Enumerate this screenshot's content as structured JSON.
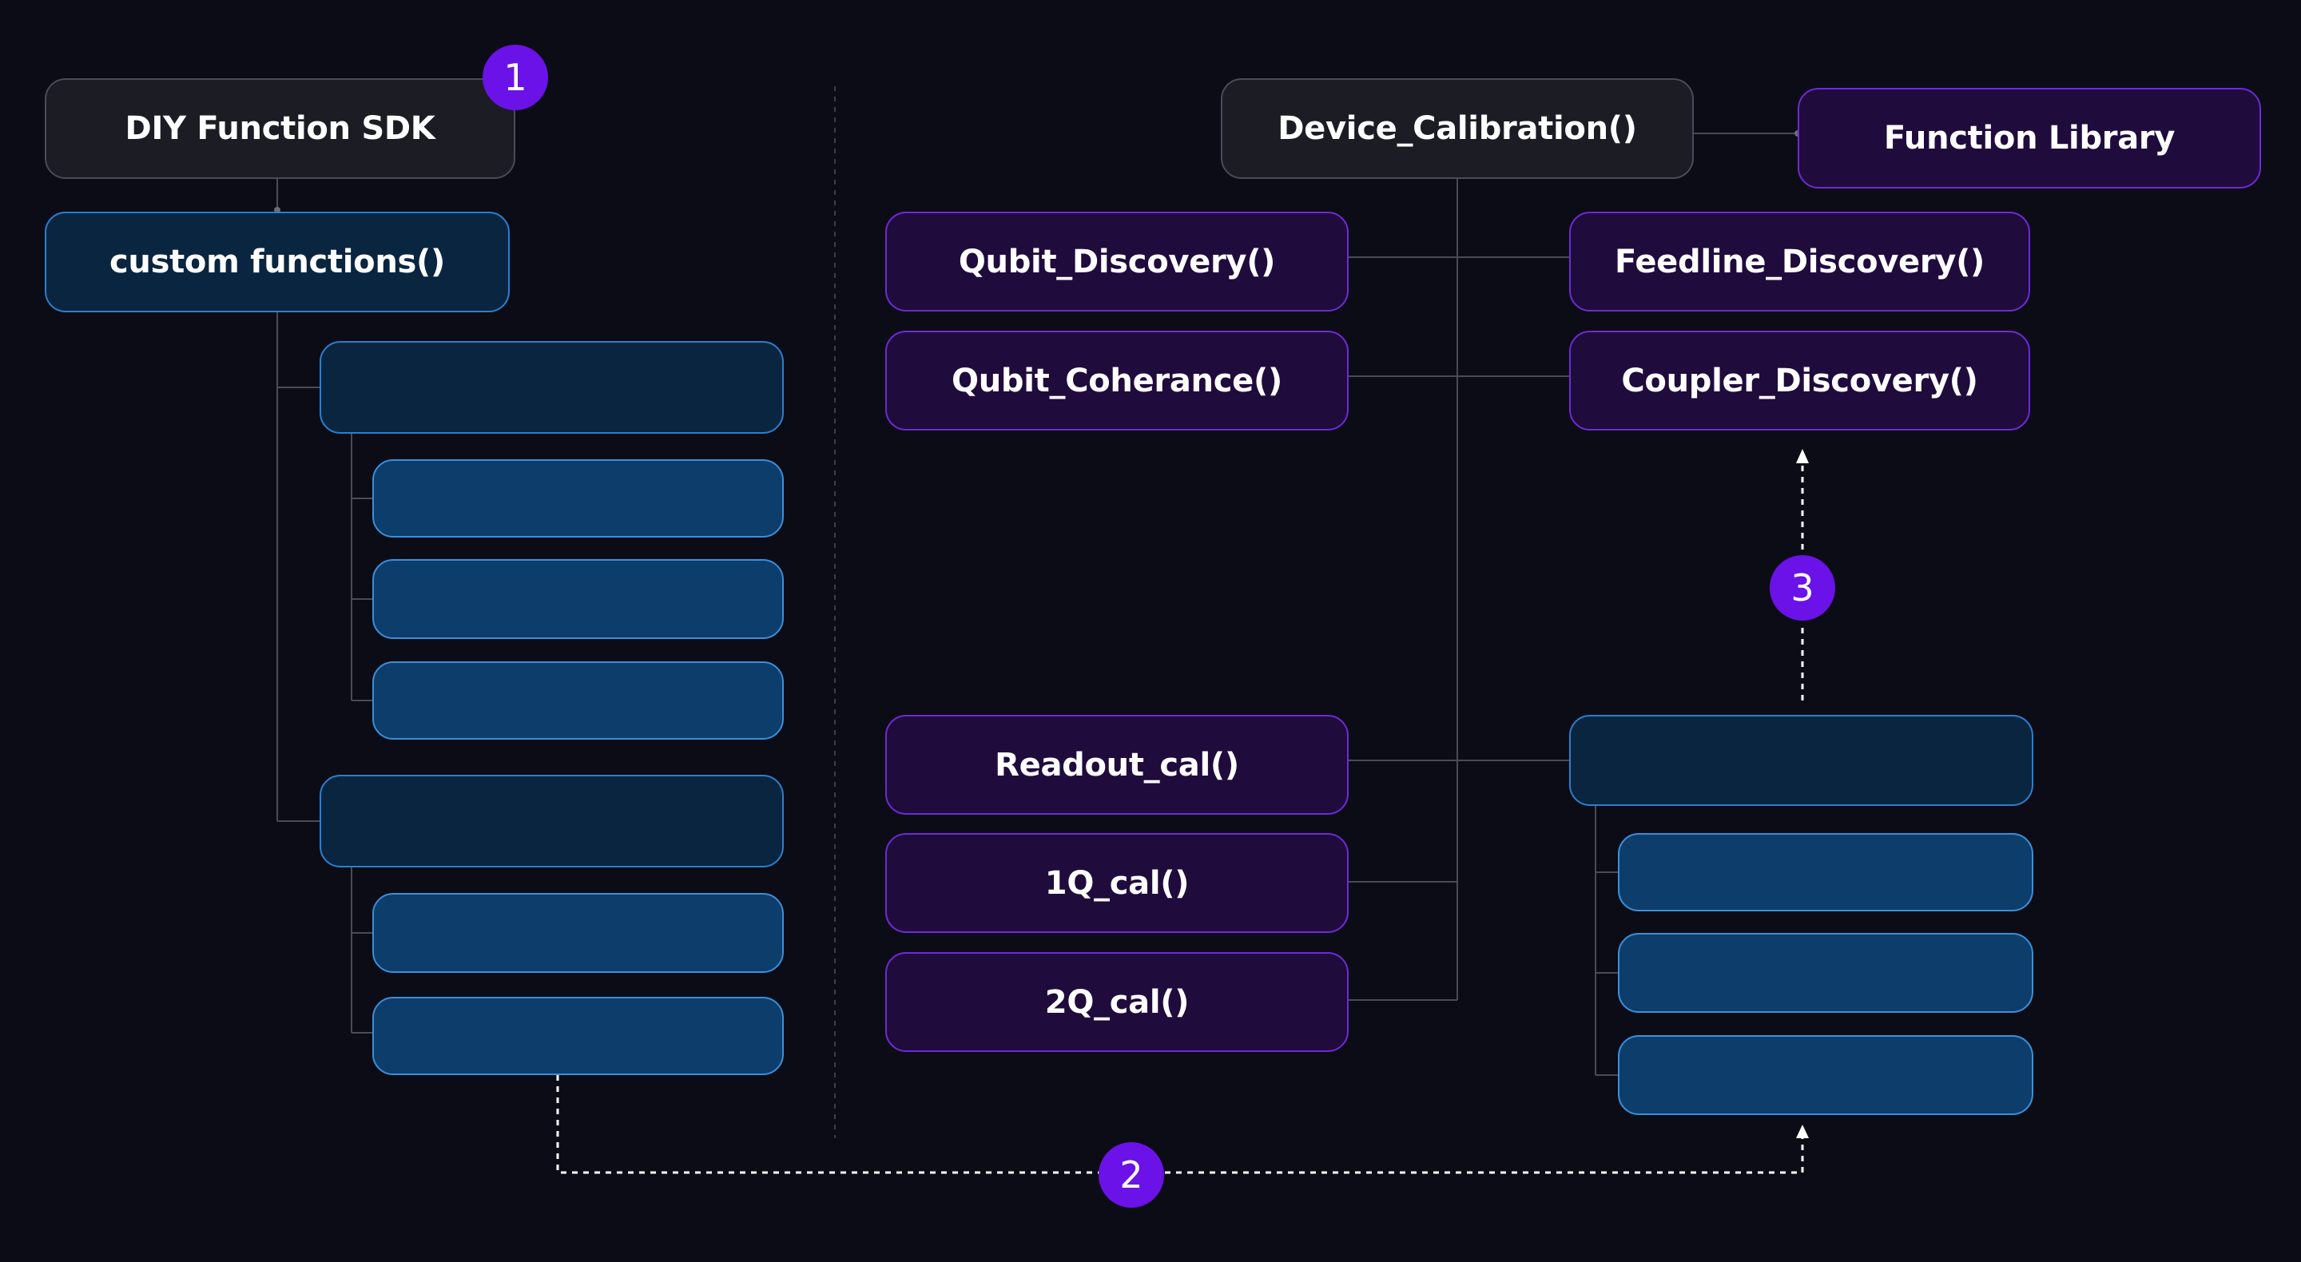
{
  "colors": {
    "background": "#0c0c16",
    "connector": "#4b4b57",
    "dashed": "#ffffff",
    "badge": "#6a12e8",
    "gray_box": "#1c1c25",
    "navy_box": "#0a2540",
    "blue_box": "#0c3d6b",
    "purple_box": "#200b3d"
  },
  "left": {
    "sdk_title": "DIY Function SDK",
    "custom_functions": "custom functions()"
  },
  "right": {
    "device_calibration": "Device_Calibration()",
    "function_library": "Function Library",
    "qubit_discovery": "Qubit_Discovery()",
    "qubit_coherance": "Qubit_Coherance()",
    "feedline_discovery": "Feedline_Discovery()",
    "coupler_discovery": "Coupler_Discovery()",
    "readout_cal": "Readout_cal()",
    "cal_1q": "1Q_cal()",
    "cal_2q": "2Q_cal()"
  },
  "badges": {
    "one": "1",
    "two": "2",
    "three": "3"
  }
}
